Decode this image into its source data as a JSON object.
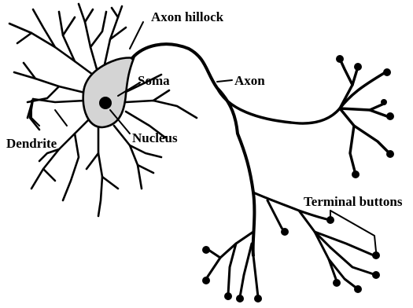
{
  "labels": {
    "axon_hillock": "Axon hillock",
    "soma": "Soma",
    "axon": "Axon",
    "nucleus": "Nucleus",
    "dendrite": "Dendrite",
    "terminal_buttons": "Terminal buttons"
  },
  "colors": {
    "line": "#000000",
    "soma_fill": "#d4d4d4",
    "background": "#ffffff"
  }
}
